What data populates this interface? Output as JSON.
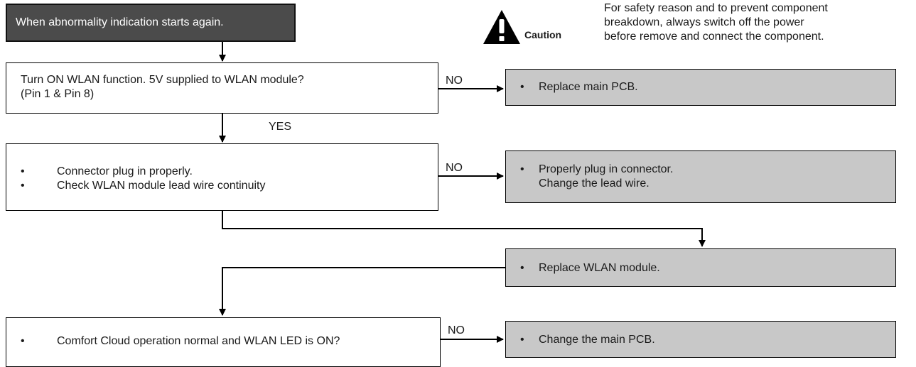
{
  "header": {
    "text": "When abnormality indication starts again."
  },
  "caution": {
    "label": "Caution",
    "note_lines": [
      "For safety reason and to prevent component",
      "breakdown, always switch off the power",
      "before remove and connect the component."
    ]
  },
  "steps": {
    "wlan_power": {
      "lines": [
        "Turn ON WLAN function. 5V supplied to WLAN module?",
        "(Pin 1 & Pin 8)"
      ]
    },
    "connector": {
      "bullets": [
        "Connector plug in properly.",
        "Check WLAN module lead wire continuity"
      ]
    },
    "comfort_cloud": {
      "bullets": [
        "Comfort Cloud operation normal and WLAN LED is ON?"
      ]
    }
  },
  "actions": {
    "replace_main_pcb": {
      "bullet_lines": [
        "Replace main PCB."
      ]
    },
    "plug_connector": {
      "bullet_lines": [
        "Properly plug in connector.",
        "Change the lead wire."
      ]
    },
    "replace_wlan": {
      "bullet_lines": [
        "Replace WLAN module."
      ]
    },
    "change_main_pcb": {
      "bullet_lines": [
        "Change the main PCB."
      ]
    }
  },
  "labels": {
    "no": "NO",
    "yes": "YES",
    "bullet": "•"
  },
  "colors": {
    "header_bg": "#4b4b4b",
    "action_bg": "#c8c8c8"
  }
}
